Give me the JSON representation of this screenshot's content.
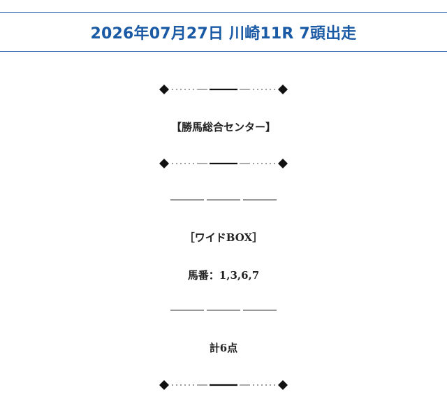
{
  "header": {
    "title": "2026年07月27日 川崎11R 7頭出走"
  },
  "content": {
    "source_label": "【勝馬総合センター】",
    "bet_type": "［ワイドBOX］",
    "numbers": "馬番：1,3,6,7",
    "total": "計6点"
  },
  "colors": {
    "accent": "#1a5aa5",
    "text": "#222222"
  },
  "icons": {
    "ornament": "diamond-dotted-line-ornament",
    "divider": "triple-line-divider"
  }
}
